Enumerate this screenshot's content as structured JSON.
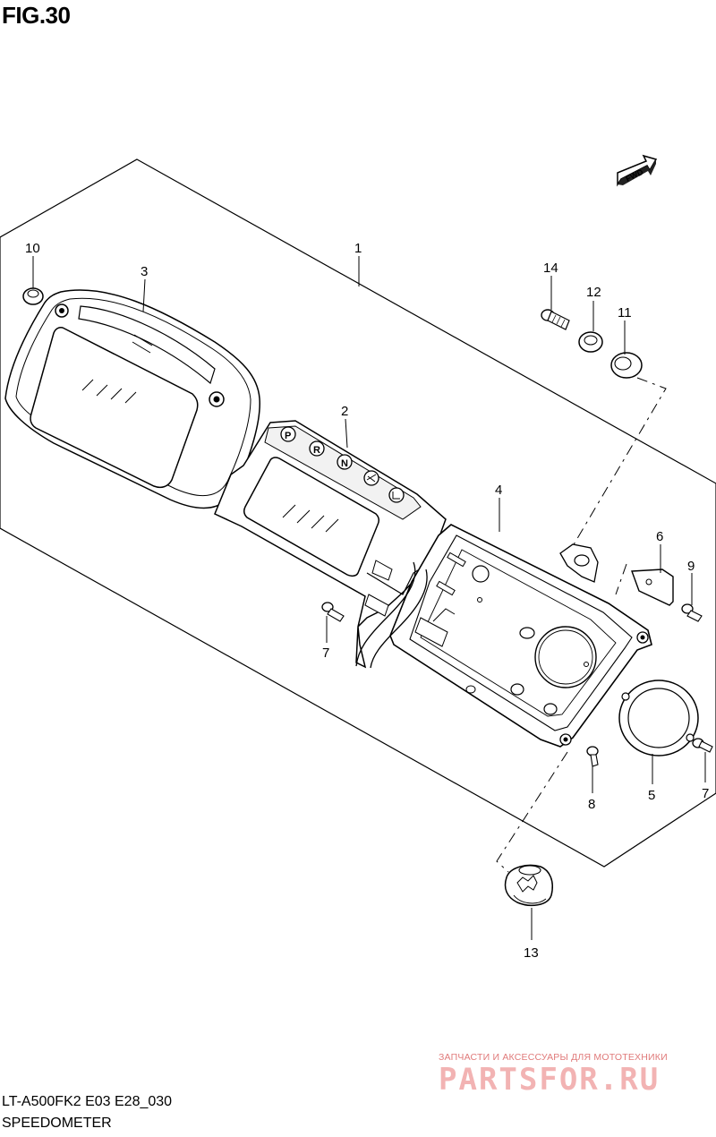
{
  "figure": {
    "title": "FIG.30",
    "fwd_label": "FWD"
  },
  "callouts": {
    "c1": "1",
    "c2": "2",
    "c3": "3",
    "c4": "4",
    "c5": "5",
    "c6": "6",
    "c7a": "7",
    "c7b": "7",
    "c8": "8",
    "c9": "9",
    "c10": "10",
    "c11": "11",
    "c12": "12",
    "c13": "13",
    "c14": "14"
  },
  "gear_indicators": [
    "P",
    "R",
    "N",
    "",
    ""
  ],
  "footer": {
    "model_code": "LT-A500FK2 E03 E28_030",
    "section_name": "SPEEDOMETER"
  },
  "watermark": {
    "tagline": "ЗАПЧАСТИ И АКСЕССУАРЫ ДЛЯ МОТОТЕХНИКИ",
    "brand": "PARTSFOR.RU"
  }
}
